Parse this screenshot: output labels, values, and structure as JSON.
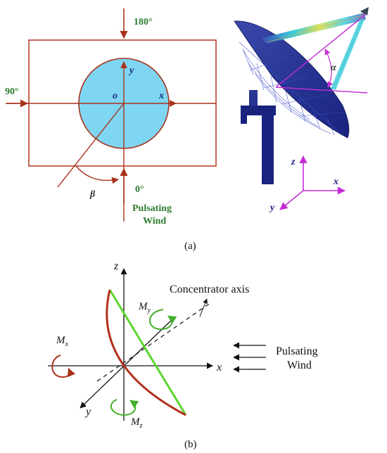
{
  "panel_a": {
    "top_view": {
      "angle_top": "180°",
      "angle_left": "90°",
      "angle_bottom": "0°",
      "axis_y": "y",
      "axis_x": "x",
      "origin": "o",
      "beta": "β",
      "wind_line1": "Pulsating",
      "wind_line2": "Wind"
    },
    "dish_view": {
      "alpha": "α",
      "axis_z": "z",
      "axis_x": "x",
      "axis_y": "y"
    },
    "caption": "(a)"
  },
  "panel_b": {
    "axis_z": "z",
    "axis_x": "x",
    "axis_y": "y",
    "concentrator_label": "Concentrator axis",
    "my_label": "M",
    "my_sub": "y",
    "mx_label": "M",
    "mx_sub": "x",
    "mz_label": "M",
    "mz_sub": "z",
    "wind_line1": "Pulsating",
    "wind_line2": "Wind",
    "caption": "(b)"
  },
  "colors": {
    "frame_red": "#b5432c",
    "circle_fill": "#7fd6f2",
    "label_green": "#2e7d32",
    "dish_navy": "#1a237e",
    "axis_magenta": "#c42bd6",
    "arc_brown": "#b0311c",
    "bright_green": "#5cd62e"
  }
}
